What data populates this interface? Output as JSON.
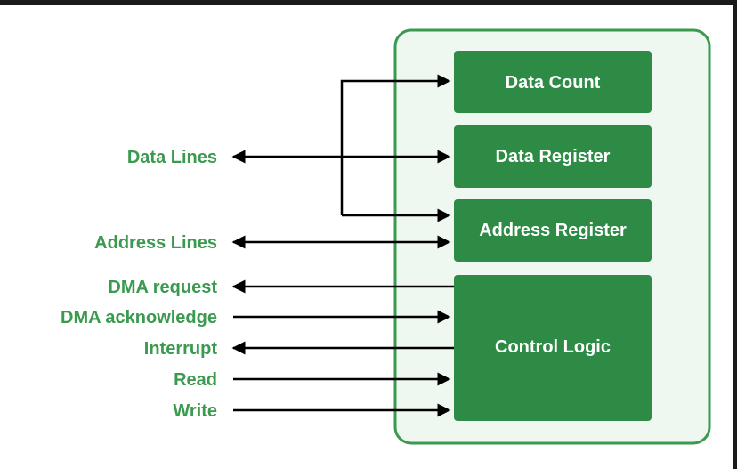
{
  "blocks": {
    "data_count": "Data Count",
    "data_register": "Data Register",
    "address_register": "Address Register",
    "control_logic": "Control Logic"
  },
  "signals": {
    "data_lines": "Data Lines",
    "address_lines": "Address Lines",
    "dma_request": "DMA request",
    "dma_acknowledge": "DMA acknowledge",
    "interrupt": "Interrupt",
    "read": "Read",
    "write": "Write"
  },
  "colors": {
    "block_fill": "#2e8b45",
    "container_fill": "#eef8f0",
    "container_border": "#3a9a4f",
    "label_text": "#3a9a4f",
    "arrow": "#000000"
  }
}
